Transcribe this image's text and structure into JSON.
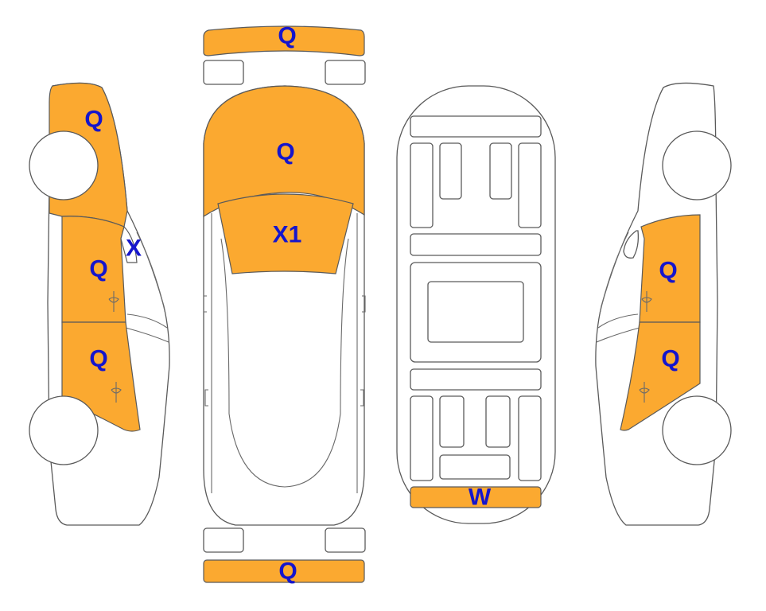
{
  "colors": {
    "damage_fill": "#FBA930",
    "code_text": "#1515CC",
    "outline": "#5A5A5A"
  },
  "panels": {
    "front_bumper": {
      "code": "Q",
      "damaged": true
    },
    "hood": {
      "code": "Q",
      "damaged": true
    },
    "windshield": {
      "code": "X1",
      "damaged": true
    },
    "rear_bumper": {
      "code": "Q",
      "damaged": true
    },
    "rear_trim": {
      "code": "W",
      "damaged": true
    },
    "left_front_fender": {
      "code": "Q",
      "damaged": true
    },
    "left_a_pillar": {
      "code": "X",
      "damaged": false
    },
    "left_front_door": {
      "code": "Q",
      "damaged": true
    },
    "left_rear_door": {
      "code": "Q",
      "damaged": true
    },
    "right_front_door": {
      "code": "Q",
      "damaged": true
    },
    "right_rear_door": {
      "code": "Q",
      "damaged": true
    }
  }
}
